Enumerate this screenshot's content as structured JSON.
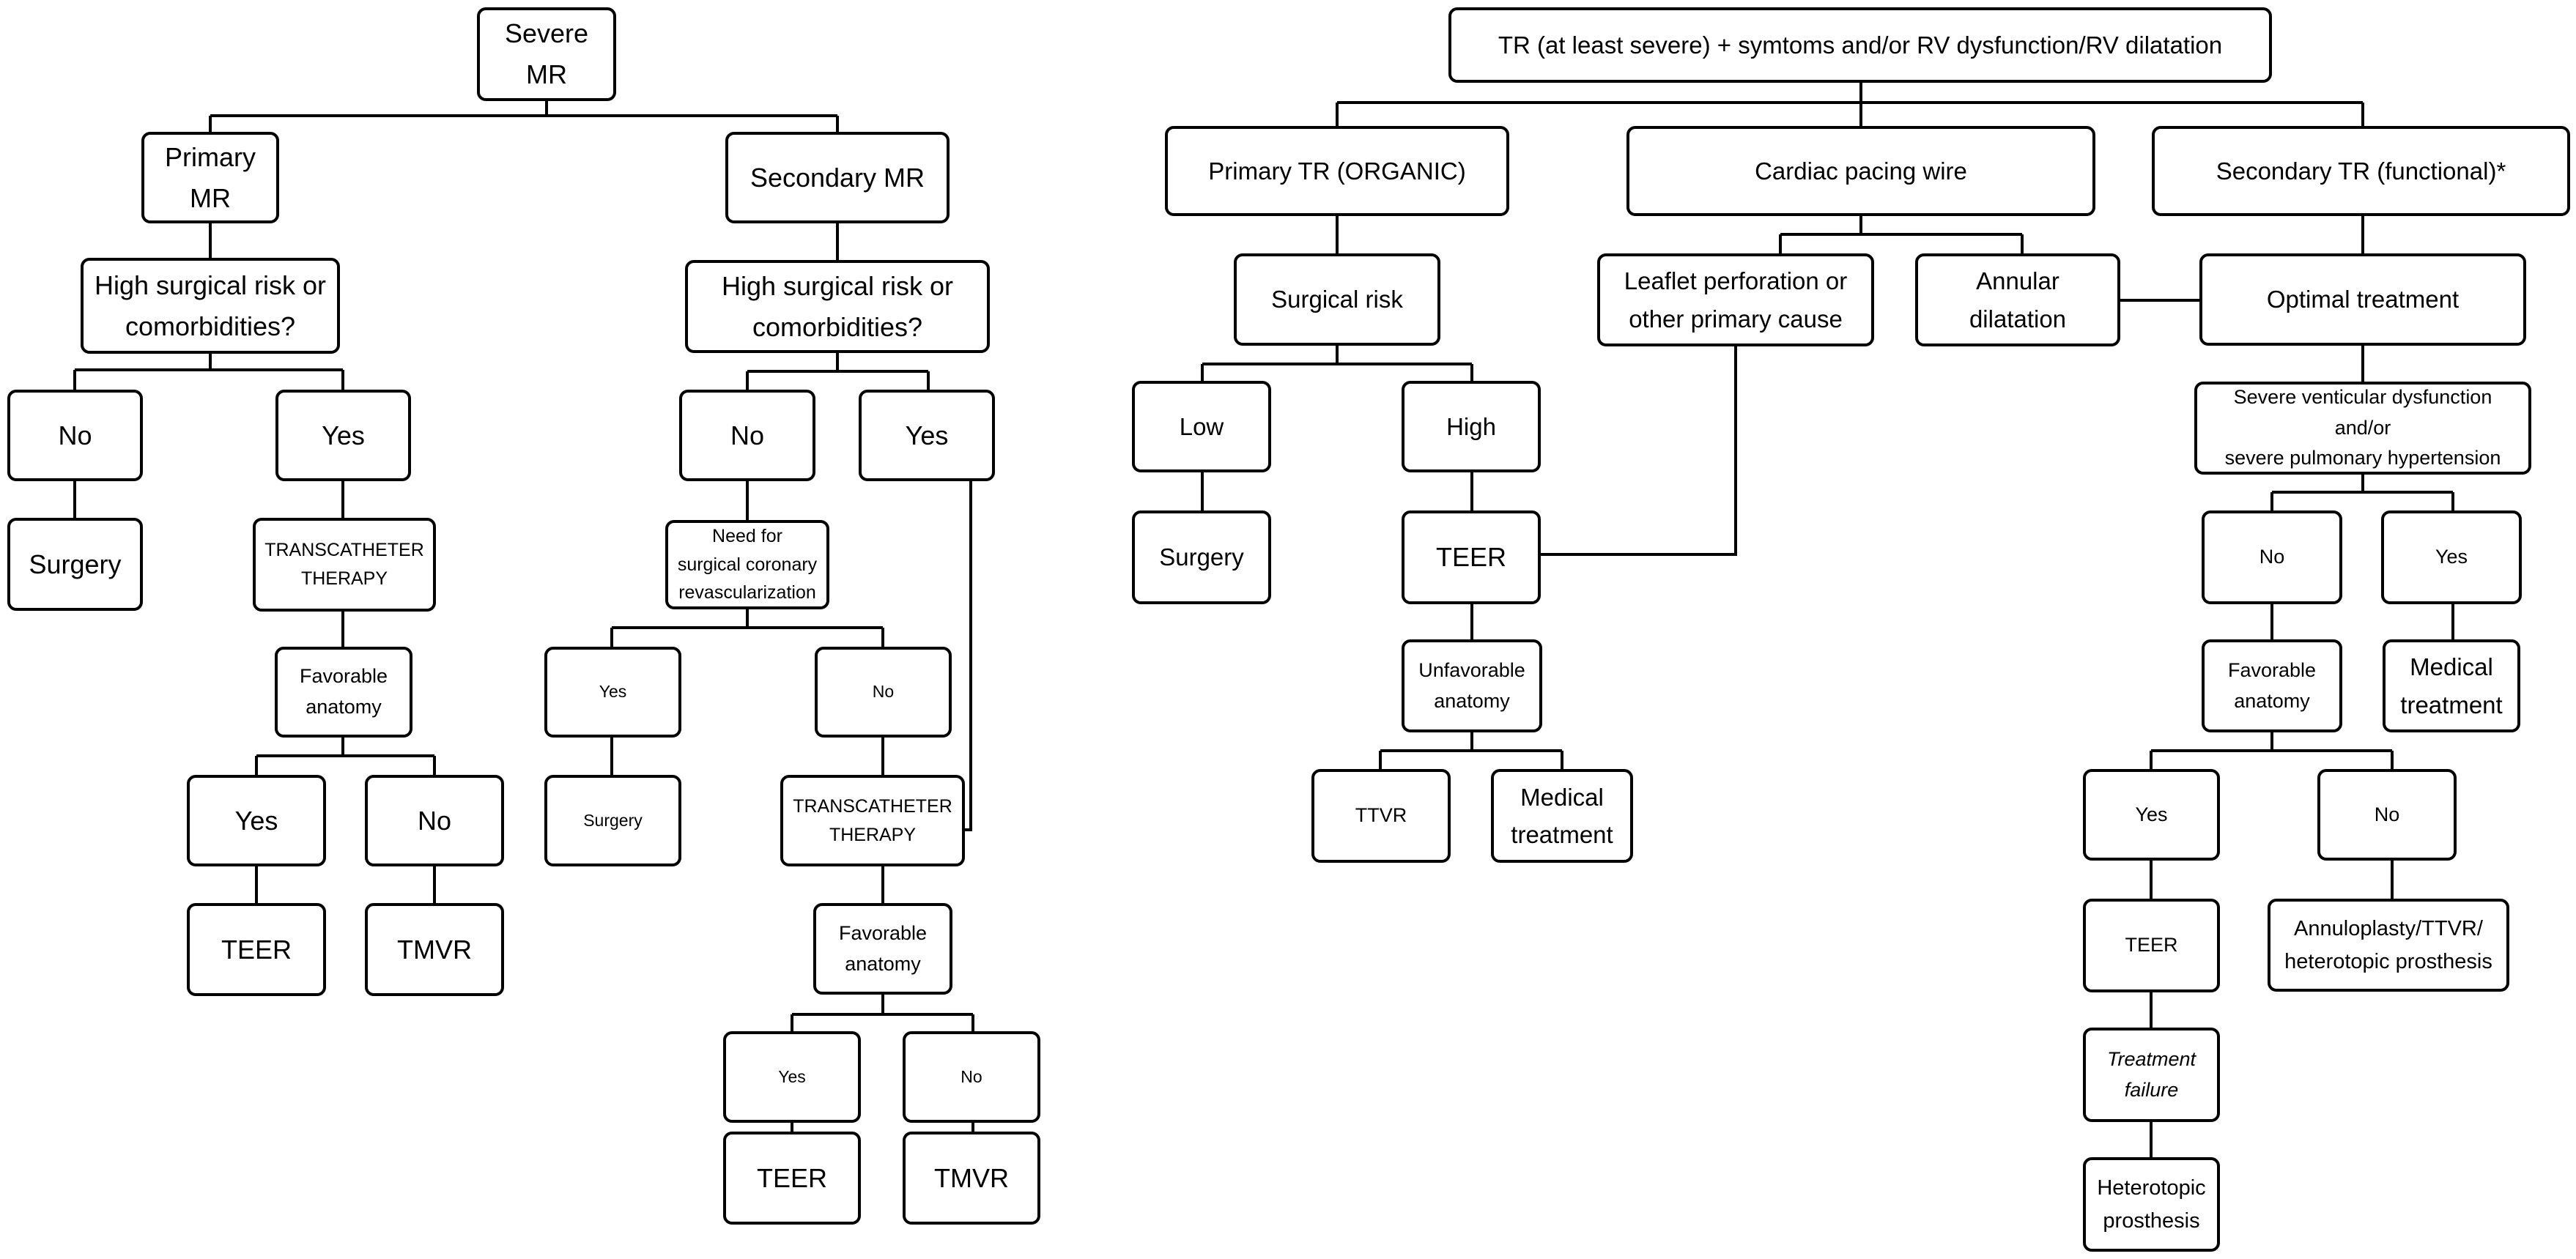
{
  "nodes": {
    "mr_root": "Severe MR",
    "primary_mr": "Primary\nMR",
    "secondary_mr": "Secondary MR",
    "pmr_question": "High surgical risk or\ncomorbidities?",
    "smr_question": "High surgical risk or\ncomorbidities?",
    "pmr_no": "No",
    "pmr_yes": "Yes",
    "pmr_surgery": "Surgery",
    "pmr_transcatheter": "TRANSCATHETER\nTHERAPY",
    "pmr_favorable": "Favorable\nanatomy",
    "pmr_fav_yes": "Yes",
    "pmr_fav_no": "No",
    "pmr_teer": "TEER",
    "pmr_tmvr": "TMVR",
    "smr_no": "No",
    "smr_yes": "Yes",
    "smr_need_cabg": "Need for\nsurgical coronary\nrevascularization",
    "smr_cabg_yes": "Yes",
    "smr_cabg_no": "No",
    "smr_surgery": "Surgery",
    "smr_transcatheter": "TRANSCATHETER\nTHERAPY",
    "smr_favorable": "Favorable\nanatomy",
    "smr_fav_yes": "Yes",
    "smr_fav_no": "No",
    "smr_teer": "TEER",
    "smr_tmvr": "TMVR",
    "tr_root": "TR (at least severe) + symtoms  and/or RV dysfunction/RV dilatation",
    "primary_tr": "Primary TR (ORGANIC)",
    "pacing_wire": "Cardiac pacing wire",
    "secondary_tr": "Secondary TR (functional)*",
    "surgical_risk": "Surgical risk",
    "leaflet_perforation": "Leaflet perforation or\nother primary cause",
    "annular_dilatation": "Annular\ndilatation",
    "optimal_treatment": "Optimal treatment",
    "risk_low": "Low",
    "risk_high": "High",
    "tr_surgery": "Surgery",
    "tr_teer": "TEER",
    "tr_unfavorable": "Unfavorable\nanatomy",
    "ttvr": "TTVR",
    "tr_medical": "Medical\ntreatment",
    "severe_dysfunction": "Severe venticular dysfunction and/or\nsevere pulmonary hypertension",
    "str_no": "No",
    "str_yes": "Yes",
    "str_favorable": "Favorable\nanatomy",
    "str_medical": "Medical\ntreatment",
    "str_fav_yes": "Yes",
    "str_fav_no": "No",
    "str_teer": "TEER",
    "annuloplasty": "Annuloplasty/TTVR/\nheterotopic prosthesis",
    "treatment_failure": "Treatment\nfailure",
    "heterotopic": "Heterotopic\nprosthesis"
  }
}
